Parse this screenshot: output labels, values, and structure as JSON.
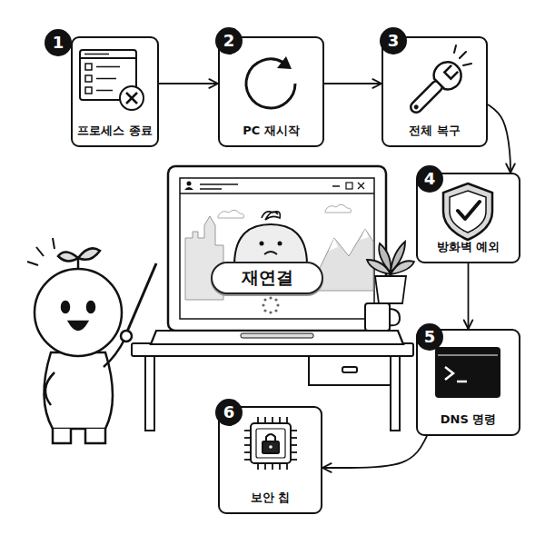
{
  "diagram": {
    "nodes": [
      {
        "text": [
          "1",
          "프로세스 종료"
        ]
      },
      {
        "text": [
          "2",
          "PC 재시작"
        ]
      },
      {
        "text": [
          "3",
          "전체 복구"
        ]
      },
      {
        "text": [
          "4",
          "방화벽 예외"
        ]
      },
      {
        "text": [
          "5",
          "DNS 명령"
        ]
      },
      {
        "text": [
          "6",
          "보안 칩"
        ]
      },
      {
        "text": [
          "재연결"
        ]
      }
    ],
    "edges": [
      {
        "from": 0,
        "to": 1,
        "arrow": "to"
      },
      {
        "from": 1,
        "to": 2,
        "arrow": "to"
      },
      {
        "from": 2,
        "to": 3,
        "arrow": "to"
      },
      {
        "from": 3,
        "to": 4,
        "arrow": "to"
      },
      {
        "from": 4,
        "to": 5,
        "arrow": "to"
      }
    ]
  }
}
